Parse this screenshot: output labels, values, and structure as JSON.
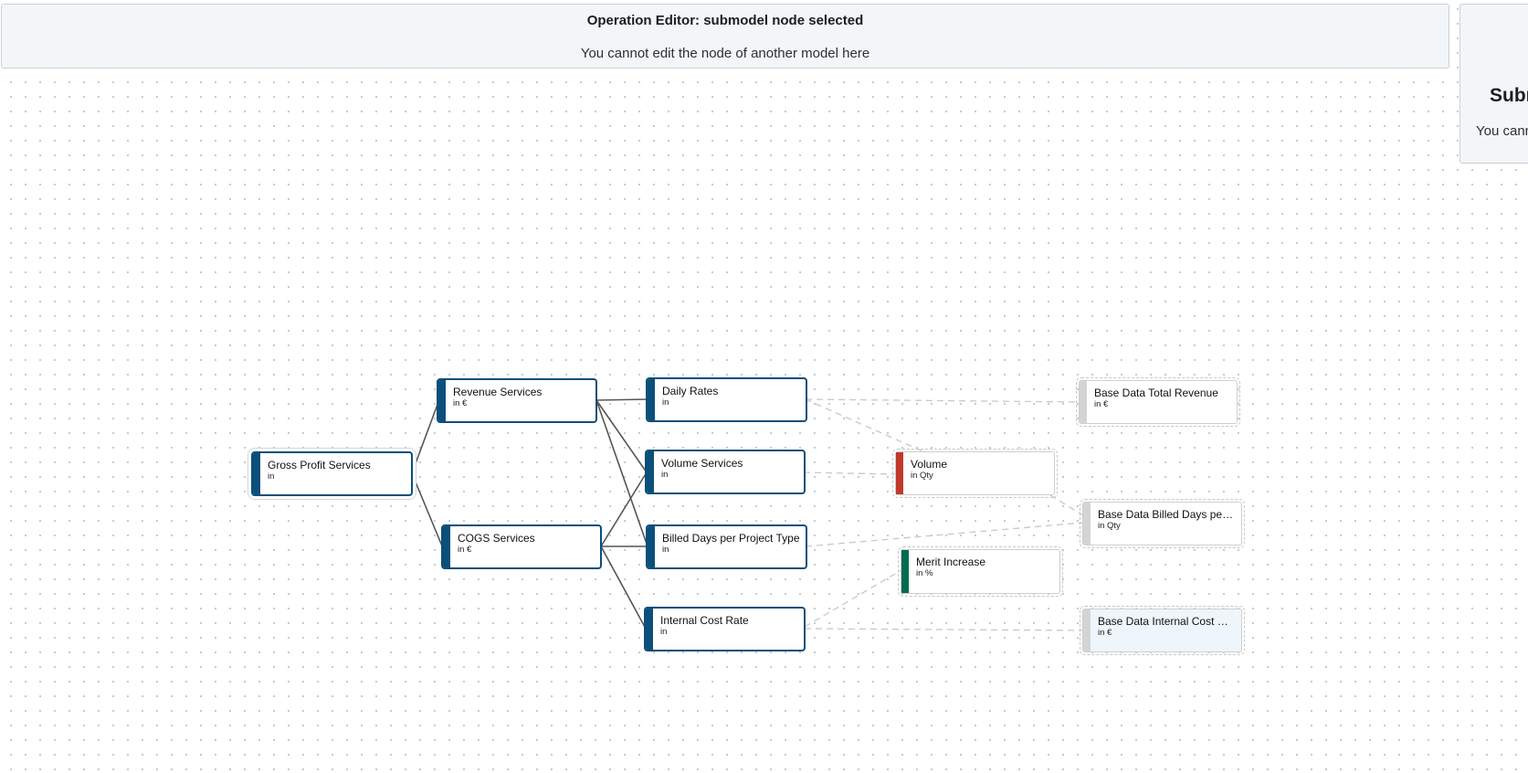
{
  "banner": {
    "title": "Operation Editor: submodel node selected",
    "message": "You cannot edit the node of another model here"
  },
  "side_panel": {
    "title": "Subm",
    "message": "You cann"
  },
  "colors": {
    "node_primary": "#0b4f7a",
    "volume_accent": "#c0392b",
    "merit_accent": "#006b50",
    "base_data_accent": "#d4d4d4"
  },
  "nodes": {
    "gross_profit": {
      "name": "Gross Profit Services",
      "unit": "in"
    },
    "revenue": {
      "name": "Revenue Services",
      "unit": "in €"
    },
    "cogs": {
      "name": "COGS Services",
      "unit": "in €"
    },
    "daily_rates": {
      "name": "Daily Rates",
      "unit": "in"
    },
    "volume_services": {
      "name": "Volume Services",
      "unit": "in"
    },
    "billed_days": {
      "name": "Billed Days per Project Type",
      "unit": "in"
    },
    "internal_cost_rate": {
      "name": "Internal Cost Rate",
      "unit": "in"
    },
    "volume": {
      "name": "Volume",
      "unit": "in Qty"
    },
    "merit_increase": {
      "name": "Merit Increase",
      "unit": "in %"
    },
    "base_total_revenue": {
      "name": "Base Data Total Revenue",
      "unit": "in €"
    },
    "base_billed_days": {
      "name": "Base Data Billed Days per Pr...",
      "unit": "in Qty"
    },
    "base_internal_cost_rate": {
      "name": "Base Data Internal Cost Rate",
      "unit": "in €"
    }
  }
}
